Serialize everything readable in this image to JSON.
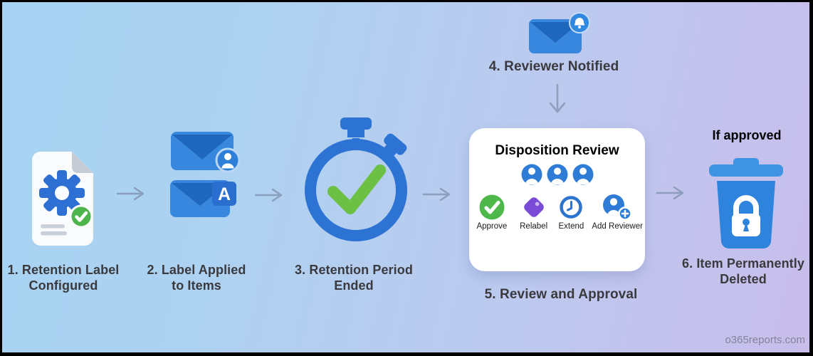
{
  "steps": [
    {
      "label": "1. Retention Label Configured",
      "icon": "document-gear-check-icon"
    },
    {
      "label": "2. Label Applied to Items",
      "icon": "mail-items-icon",
      "badge_letter": "A"
    },
    {
      "label": "3. Retention Period Ended",
      "icon": "stopwatch-check-icon"
    },
    {
      "label": "4. Reviewer Notified",
      "icon": "mail-notification-icon"
    },
    {
      "label": "5. Review and Approval",
      "icon": "disposition-review-card"
    },
    {
      "label": "6. Item Permanently Deleted",
      "icon": "locked-trash-icon"
    }
  ],
  "card": {
    "title": "Disposition Review",
    "reviewer_count": 3,
    "actions": [
      {
        "label": "Approve",
        "icon": "approve-check-icon",
        "color": "#4fb84b"
      },
      {
        "label": "Relabel",
        "icon": "relabel-tag-icon",
        "color": "#7a4bd6"
      },
      {
        "label": "Extend",
        "icon": "extend-clock-icon",
        "color": "#2d74ce"
      },
      {
        "label": "Add Reviewer",
        "icon": "add-reviewer-icon",
        "color": "#2e7cd6"
      }
    ]
  },
  "annotations": {
    "if_approved": "If approved",
    "watermark": "o365reports.com"
  },
  "colors": {
    "primary_blue": "#2e7cd6",
    "envelope_blue": "#3787df",
    "flap_blue": "#1f66bd",
    "badge_green": "#4fb84b",
    "check_green": "#6cc044",
    "tag_purple": "#7a4bd6",
    "arrow_gray": "#8496b4",
    "label_gray": "#3a3a3e",
    "watermark_gray": "#83839a",
    "background_left": "#a7d3f2",
    "background_right": "#c9bdec",
    "frame_black": "#000000"
  }
}
